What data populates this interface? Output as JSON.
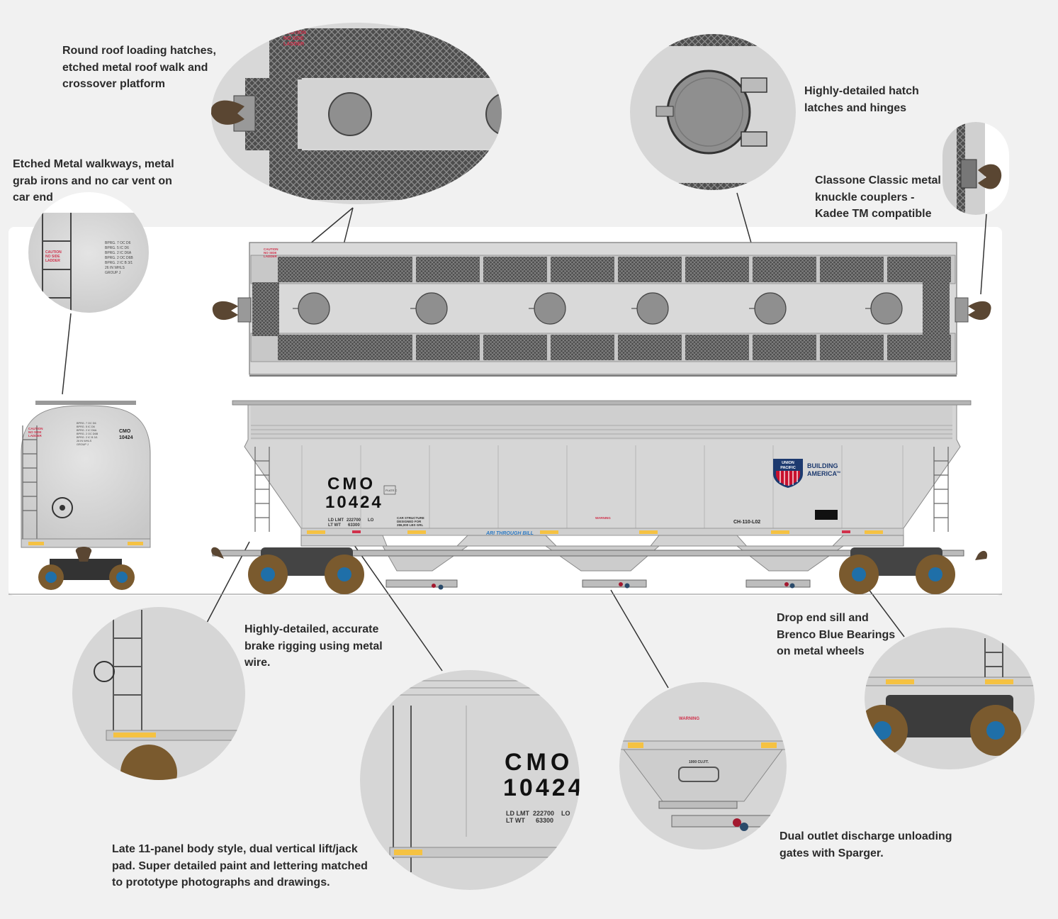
{
  "callouts": {
    "roof_hatches": [
      "Round roof loading hatches,",
      "etched metal roof walk and",
      "crossover platform"
    ],
    "hatch_latches": [
      "Highly-detailed hatch",
      "latches and hinges"
    ],
    "walkways": [
      "Etched Metal walkways, metal",
      "grab irons and no car vent on",
      "car end"
    ],
    "couplers": [
      "Classone Classic metal",
      "knuckle couplers -",
      "Kadee TM compatible"
    ],
    "brake_rigging": [
      "Highly-detailed, accurate",
      "brake rigging using metal",
      "wire."
    ],
    "drop_end_sill": [
      "Drop end sill and",
      "Brenco Blue Bearings",
      "on metal wheels"
    ],
    "body_style": [
      "Late  11-panel body style, dual vertical lift/jack",
      "pad. Super detailed paint and lettering matched",
      "to prototype photographs and drawings."
    ],
    "outlet_gates": [
      "Dual outlet discharge unloading",
      "gates with Sparger."
    ]
  },
  "car": {
    "reporting_mark": "CMO",
    "number": "10424",
    "load_limit_label": "LD LMT",
    "load_limit": "222700",
    "light_weight_label": "LT WT",
    "light_weight": "63300",
    "lo": "LO",
    "model_code": "CH-110-L02",
    "plate": "PLATE C",
    "ari_stripe": "ARI THROUGH BILL",
    "caution_lines": [
      "CAUTION",
      "NO SIDE",
      "LADDER"
    ],
    "warning": "WARNING",
    "car_structure": [
      "CAR STRUCTURE",
      "DESIGNED FOR",
      "286,000 LBS GRL"
    ],
    "end_stencil": [
      "BPRG. 7 OC D6",
      "BPRG. 5 IC D6",
      "BPRG. 2 IC D6A",
      "BPRG. 2 OC D6B",
      "BPRG. 2 IC B 3/1",
      "26 IN WHLS",
      "GROUP J"
    ],
    "capacity": "1000 CU.FT."
  },
  "logo": {
    "shield_top": "UNION",
    "shield_mid": "PACIFIC",
    "tagline_1": "BUILDING",
    "tagline_2": "AMERICA",
    "trademark": "TM"
  },
  "colors": {
    "background": "#f1f1f1",
    "panel": "#ffffff",
    "car_body": "#d6d6d6",
    "car_roof": "#cfcfcf",
    "walkway_grate": "#5a5a5a",
    "yellow_stripe": "#f5c242",
    "red_stencil": "#d0314b",
    "ari_blue": "#2e7bc4",
    "wheel_brown": "#7a5a2e",
    "bearing_blue": "#1f6fa8",
    "coupler_brown": "#5a4632",
    "text": "#2b2b2b",
    "up_red": "#c8102e",
    "up_blue": "#1d3a6f"
  }
}
